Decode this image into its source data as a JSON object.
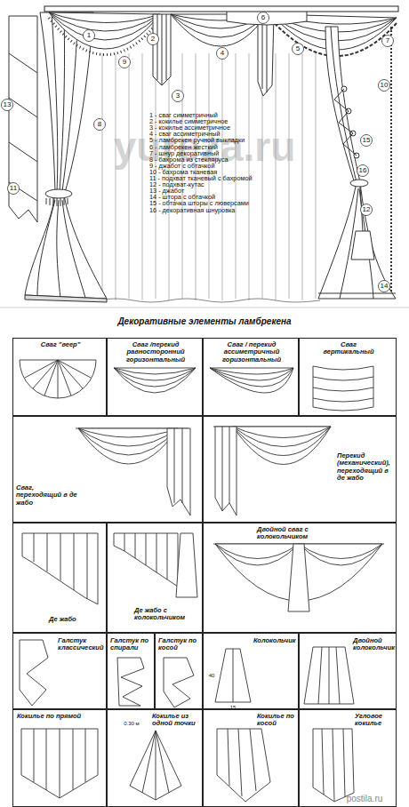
{
  "diagram": {
    "title": "Декоративные элементы ламбрекена",
    "nodes": [
      {
        "text": [
          "Сваг \"веер\""
        ]
      },
      {
        "text": [
          "Сваг /перекид равносторонний горизонтальный"
        ]
      },
      {
        "text": [
          "Сваг / перекид ассиметричный горизонтальный"
        ]
      },
      {
        "text": [
          "Сваг вертикальный"
        ]
      },
      {
        "text": [
          "Сваг, переходящий в де жабо"
        ]
      },
      {
        "text": [
          "Перекид (механический), переходящий в де жабо"
        ]
      },
      {
        "text": [
          "Де жабо"
        ]
      },
      {
        "text": [
          "Де жабо с колокольчиком"
        ]
      },
      {
        "text": [
          "Двойной сваг с колокольчиком"
        ]
      },
      {
        "text": [
          "Галстук классический"
        ]
      },
      {
        "text": [
          "Галстук по спирали"
        ]
      },
      {
        "text": [
          "Галстук по косой"
        ]
      },
      {
        "text": [
          "Колокольчик"
        ]
      },
      {
        "text": [
          "Двойной колокольчик"
        ]
      },
      {
        "text": [
          "Кокилье по прямой"
        ]
      },
      {
        "text": [
          "Кокилье из одной точки"
        ]
      },
      {
        "text": [
          "Кокилье по косой"
        ]
      },
      {
        "text": [
          "Угловое кокилье"
        ]
      }
    ],
    "labels": [
      "yureza.ru",
      "1",
      "2",
      "3",
      "4",
      "5",
      "6",
      "7",
      "8",
      "9",
      "10",
      "11",
      "12",
      "13",
      "14",
      "15",
      "16",
      "0.30 м",
      "40",
      "15",
      "postila.ru"
    ],
    "legend": [
      {
        "text": "1 - сваг симметричный"
      },
      {
        "text": "2 - кокилье симметричное"
      },
      {
        "text": "3 - кокилье ассиметричное"
      },
      {
        "text": "4 - сваг ассиметричный"
      },
      {
        "text": "5 - ламбрекен ручной выкладки"
      },
      {
        "text": "6 - ламбрекен жесткий"
      },
      {
        "text": "7 - шнур декоративный"
      },
      {
        "text": "8 - бахрома из стекляруса"
      },
      {
        "text": "9 - джабот с обтачкой"
      },
      {
        "text": "10 - бахрома тканевая"
      },
      {
        "text": "11 - подхват тканевый с бахромой"
      },
      {
        "text": "12 - подхват-кутас"
      },
      {
        "text": "13 - джабот"
      },
      {
        "text": "14 - штора с обтачкой"
      },
      {
        "text": "15 - обтачка шторы с люверсами"
      },
      {
        "text": "16 - декоративная шнуровка"
      }
    ]
  }
}
